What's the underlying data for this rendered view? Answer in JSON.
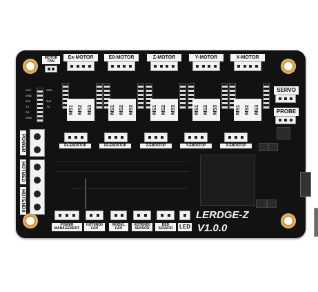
{
  "board": {
    "brand_line1": "LERDGE-Z",
    "brand_line2": "V1.0.0",
    "motor_fan": [
      "MOTOR",
      "FAN"
    ],
    "motors": [
      "Ex-MOTOR",
      "E0-MOTOR",
      "Z-MOTOR",
      "Y-MOTOR",
      "X-MOTOR"
    ],
    "ms_labels": [
      "MS1",
      "MS2",
      "MS3"
    ],
    "endstops": [
      "Ex-ENDSTOP",
      "E0-ENDSTOP",
      "Z-ENDSTOP",
      "Y-ENDSTOP",
      "X-ENDSTOP"
    ],
    "servo": "SERVO",
    "probe": "PROBE",
    "power": "POWER",
    "hotbed": "HOTBED",
    "hotend0": "HOTEND0",
    "bottom": [
      [
        "POWER",
        "MANAGEMENT"
      ],
      [
        "HOTEND0",
        "FAN"
      ],
      [
        "MODEL",
        "FAN"
      ],
      [
        "HOTEND0",
        "SENSOR"
      ],
      [
        "BED",
        "SENSOR"
      ],
      [
        "LED"
      ]
    ],
    "left_pins": [
      "VCC",
      "GND",
      "3V3",
      "TX",
      "RX",
      "GND"
    ],
    "colors": {
      "pcb": "#121212",
      "silk": "#f4f4f4",
      "pad": "#c8913a"
    }
  }
}
